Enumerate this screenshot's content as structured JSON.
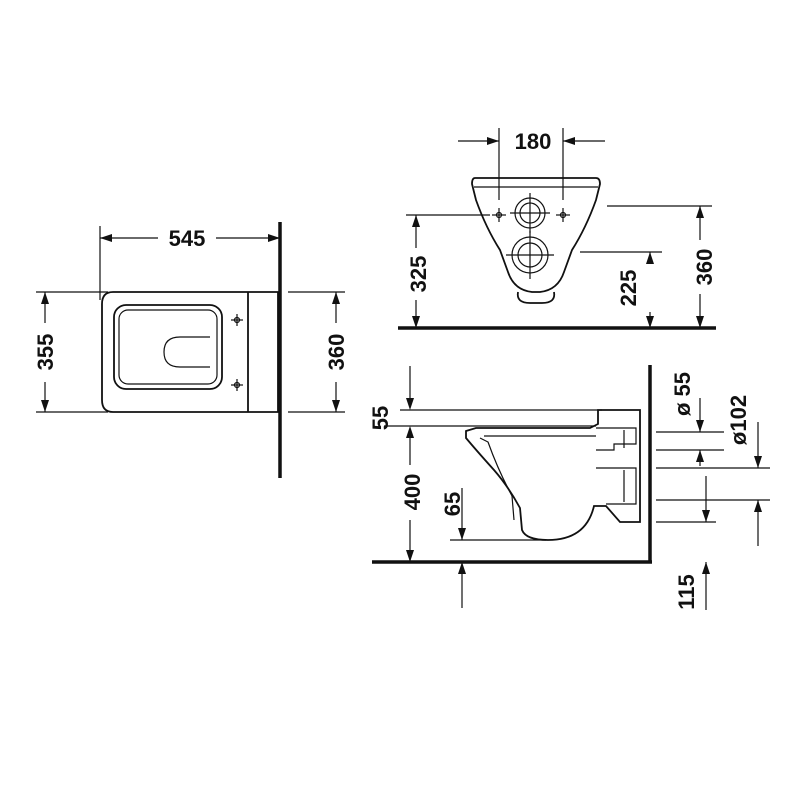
{
  "colors": {
    "ink": "#111111",
    "paper": "#ffffff"
  },
  "plan_view": {
    "length_label": "545",
    "width_label": "355",
    "wall_depth_label": "360"
  },
  "front_view": {
    "fixing_spacing_label": "180",
    "bolt_height_label": "325",
    "outlet_height_label": "225",
    "top_height_label": "360"
  },
  "side_view": {
    "rim_offset_label": "55",
    "rim_height_label": "400",
    "floor_offset_label": "65",
    "inlet_diameter_label": "ø 55",
    "outlet_diameter_label": "ø102",
    "outlet_floor_height_label": "115"
  }
}
